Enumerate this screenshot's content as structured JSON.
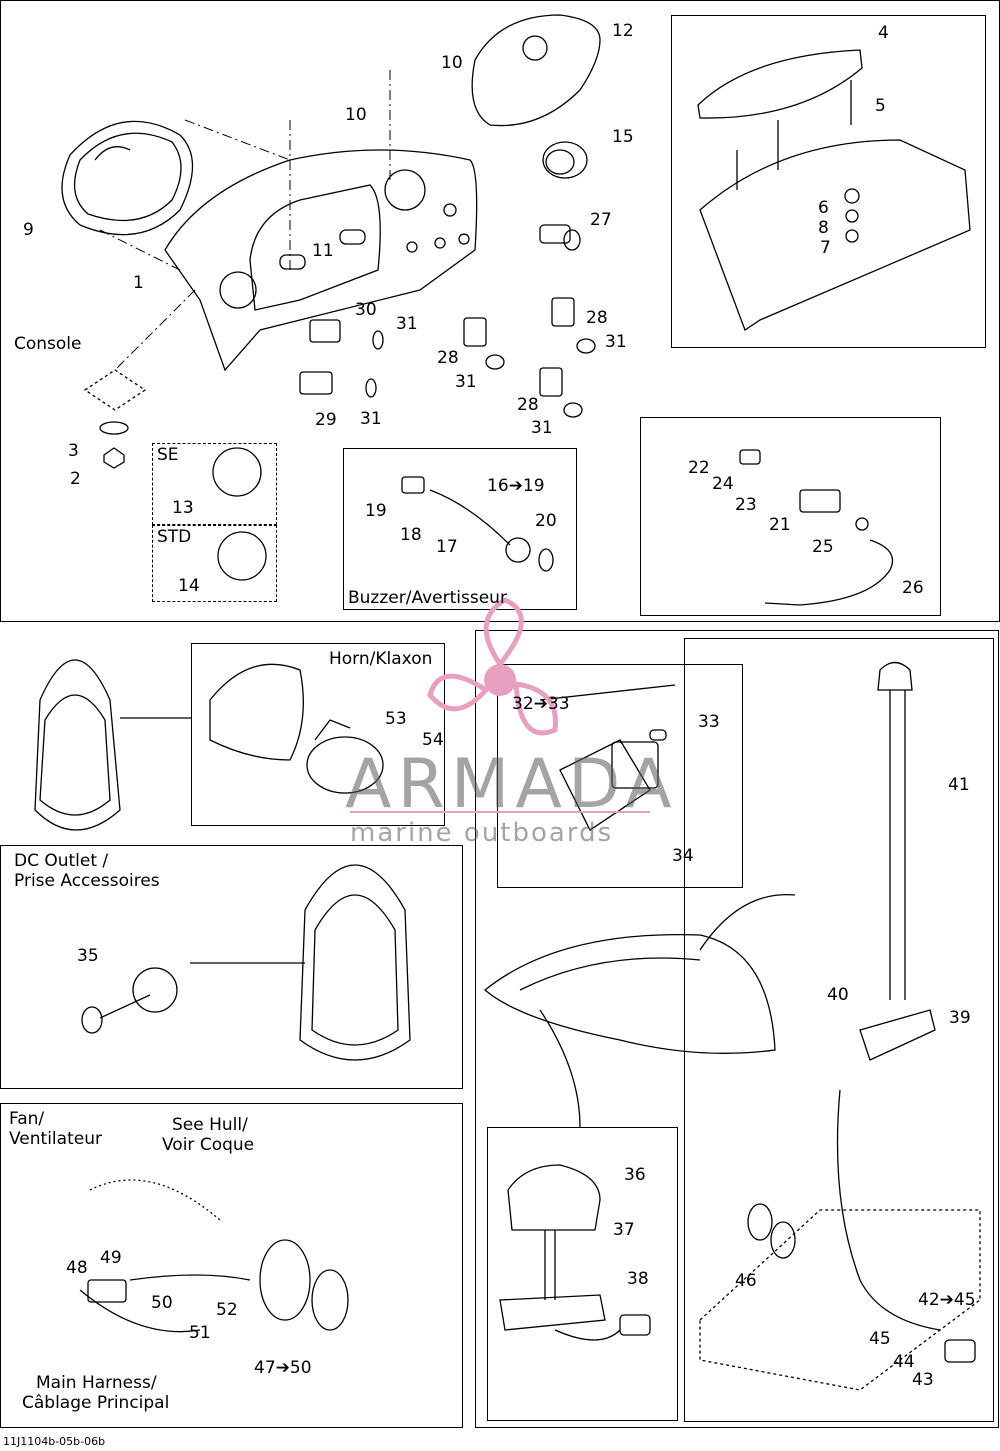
{
  "captions": {
    "console": "Console",
    "se": "SE",
    "std": "STD",
    "buzzer": "Buzzer/Avertisseur",
    "horn": "Horn/Klaxon",
    "dc_outlet_line1": "DC Outlet /",
    "dc_outlet_line2": "Prise Accessoires",
    "fan_line1": "Fan/",
    "fan_line2": "Ventilateur",
    "see_hull_line1": "See Hull/",
    "see_hull_line2": "Voir Coque",
    "harness_line1": "Main Harness/",
    "harness_line2": "Câblage Principal",
    "figure_code": "11J1104b-05b-06b"
  },
  "watermark": {
    "brand": "ARMADA",
    "tagline": "marine outboards",
    "color": "#e8a0c0"
  },
  "callouts": {
    "c1": "1",
    "c2": "2",
    "c3": "3",
    "c4": "4",
    "c5": "5",
    "c6": "6",
    "c7": "7",
    "c8": "8",
    "c9": "9",
    "c10a": "10",
    "c10b": "10",
    "c11": "11",
    "c12": "12",
    "c13": "13",
    "c14": "14",
    "c15": "15",
    "c16": "16➔19",
    "c17": "17",
    "c18": "18",
    "c19": "19",
    "c20": "20",
    "c21": "21",
    "c22": "22",
    "c23": "23",
    "c24": "24",
    "c25": "25",
    "c26": "26",
    "c27": "27",
    "c28a": "28",
    "c28b": "28",
    "c28c": "28",
    "c29": "29",
    "c30": "30",
    "c31a": "31",
    "c31b": "31",
    "c31c": "31",
    "c31d": "31",
    "c31e": "31",
    "c32": "32➔33",
    "c33": "33",
    "c34": "34",
    "c35": "35",
    "c36": "36",
    "c37": "37",
    "c38": "38",
    "c39": "39",
    "c40": "40",
    "c41": "41",
    "c42": "42➔45",
    "c43": "43",
    "c44": "44",
    "c45": "45",
    "c46": "46",
    "c47": "47➔50",
    "c48": "48",
    "c49": "49",
    "c50": "50",
    "c51": "51",
    "c52": "52",
    "c53": "53",
    "c54": "54"
  }
}
